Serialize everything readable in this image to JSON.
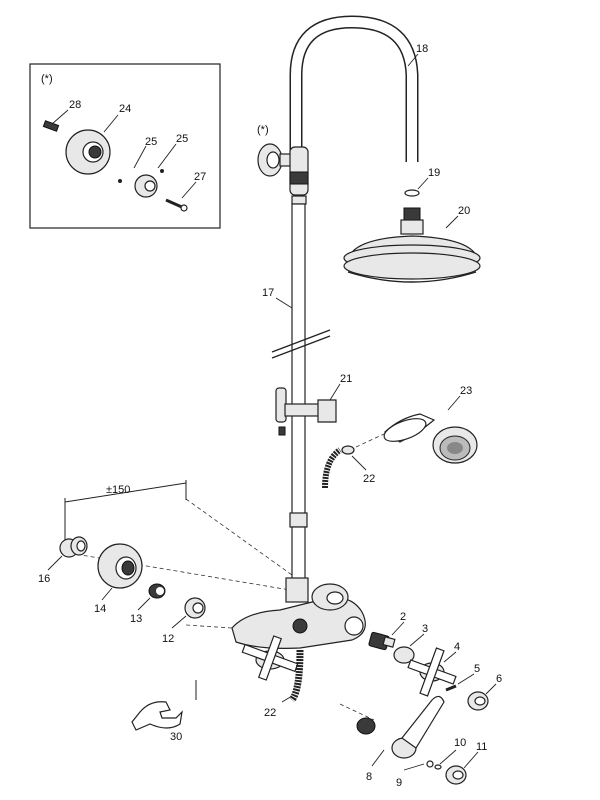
{
  "inset": {
    "marker": "(*)"
  },
  "rail_marker": "(*)",
  "dimension": {
    "text": "±150"
  },
  "parts": [
    {
      "id": "p28",
      "label": "28"
    },
    {
      "id": "p24",
      "label": "24"
    },
    {
      "id": "p25a",
      "label": "25"
    },
    {
      "id": "p25b",
      "label": "25"
    },
    {
      "id": "p27",
      "label": "27"
    },
    {
      "id": "p18",
      "label": "18"
    },
    {
      "id": "p19",
      "label": "19"
    },
    {
      "id": "p20",
      "label": "20"
    },
    {
      "id": "p17",
      "label": "17"
    },
    {
      "id": "p21",
      "label": "21"
    },
    {
      "id": "p23",
      "label": "23"
    },
    {
      "id": "p22a",
      "label": "22"
    },
    {
      "id": "p16",
      "label": "16"
    },
    {
      "id": "p14",
      "label": "14"
    },
    {
      "id": "p13",
      "label": "13"
    },
    {
      "id": "p12",
      "label": "12"
    },
    {
      "id": "p2",
      "label": "2"
    },
    {
      "id": "p3",
      "label": "3"
    },
    {
      "id": "p4",
      "label": "4"
    },
    {
      "id": "p5",
      "label": "5"
    },
    {
      "id": "p6",
      "label": "6"
    },
    {
      "id": "p22b",
      "label": "22"
    },
    {
      "id": "p30",
      "label": "30"
    },
    {
      "id": "p10",
      "label": "10"
    },
    {
      "id": "p11",
      "label": "11"
    },
    {
      "id": "p8",
      "label": "8"
    },
    {
      "id": "p9",
      "label": "9"
    }
  ]
}
